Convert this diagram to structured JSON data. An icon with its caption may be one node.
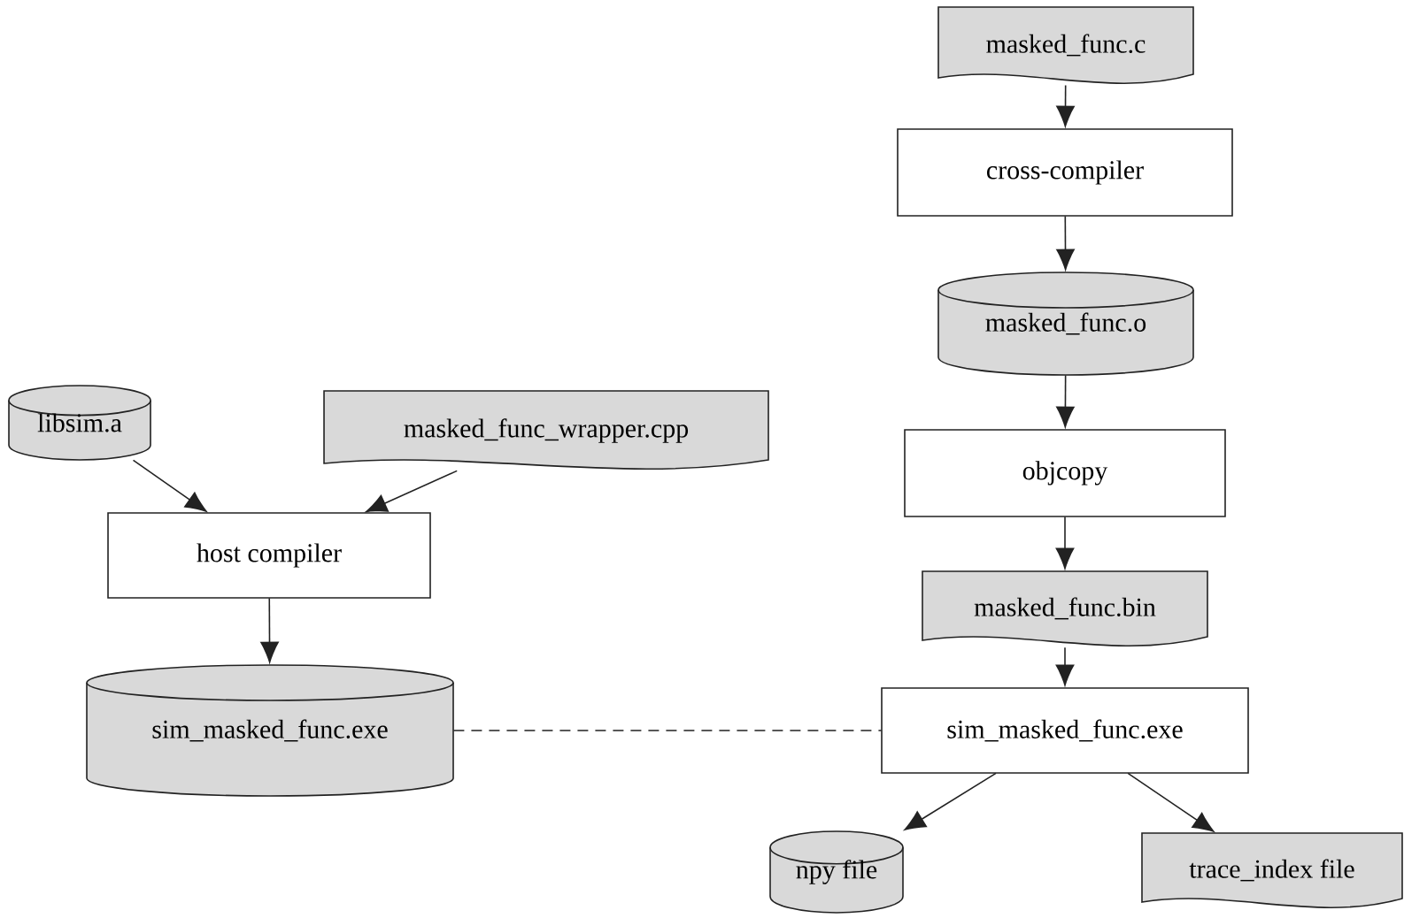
{
  "diagram": {
    "nodes": [
      {
        "text": [
          "masked_func.c"
        ]
      },
      {
        "text": [
          "cross-compiler"
        ]
      },
      {
        "text": [
          "masked_func.o"
        ]
      },
      {
        "text": [
          "objcopy"
        ]
      },
      {
        "text": [
          "masked_func.bin"
        ]
      },
      {
        "text": [
          "sim_masked_func.exe"
        ]
      },
      {
        "text": [
          "npy file"
        ]
      },
      {
        "text": [
          "trace_index file"
        ]
      },
      {
        "text": [
          "libsim.a"
        ]
      },
      {
        "text": [
          "masked_func_wrapper.cpp"
        ]
      },
      {
        "text": [
          "host compiler"
        ]
      },
      {
        "text": [
          "sim_masked_func.exe"
        ]
      }
    ],
    "edges": [
      {
        "from": 0,
        "to": 1,
        "arrow": "to"
      },
      {
        "from": 1,
        "to": 2,
        "arrow": "to"
      },
      {
        "from": 2,
        "to": 3,
        "arrow": "to"
      },
      {
        "from": 3,
        "to": 4,
        "arrow": "to"
      },
      {
        "from": 4,
        "to": 5,
        "arrow": "to"
      },
      {
        "from": 5,
        "to": 6,
        "arrow": "to"
      },
      {
        "from": 5,
        "to": 7,
        "arrow": "to"
      },
      {
        "from": 8,
        "to": 10,
        "arrow": "to"
      },
      {
        "from": 9,
        "to": 10,
        "arrow": "to"
      },
      {
        "from": 10,
        "to": 11,
        "arrow": "to"
      },
      {
        "from": 11,
        "to": 5,
        "arrow": "none",
        "style": "dashed"
      }
    ]
  }
}
